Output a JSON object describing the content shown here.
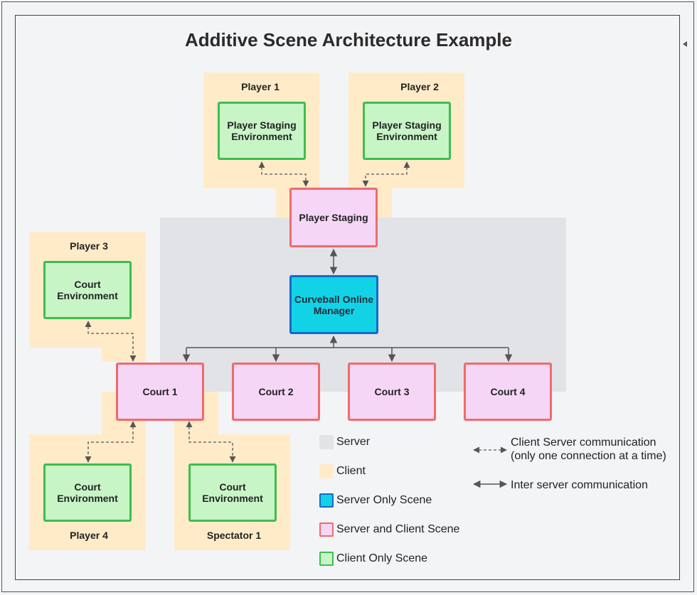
{
  "title": "Additive Scene Architecture Example",
  "groups": {
    "player1": "Player 1",
    "player2": "Player 2",
    "player3": "Player 3",
    "player4": "Player 4",
    "spectator1": "Spectator 1"
  },
  "nodes": {
    "player_staging_env_1": "Player Staging\nEnvironment",
    "player_staging_env_2": "Player Staging\nEnvironment",
    "player_staging": "Player Staging",
    "manager": "Curveball Online\nManager",
    "court1": "Court 1",
    "court2": "Court 2",
    "court3": "Court 3",
    "court4": "Court 4",
    "court_env_p3": "Court\nEnvironment",
    "court_env_p4": "Court\nEnvironment",
    "court_env_spec": "Court\nEnvironment"
  },
  "legend": {
    "server": "Server",
    "client": "Client",
    "server_only": "Server Only Scene",
    "server_client": "Server and Client Scene",
    "client_only": "Client Only Scene",
    "client_server_comm": "Client Server communication\n(only one connection at a time)",
    "inter_server_comm": "Inter server communication"
  },
  "colors": {
    "server": "#e1e3e7",
    "client": "#ffebc8",
    "server_only": "#12d3e6",
    "server_client": "#f6d6f6",
    "client_only": "#c7f5c6"
  }
}
